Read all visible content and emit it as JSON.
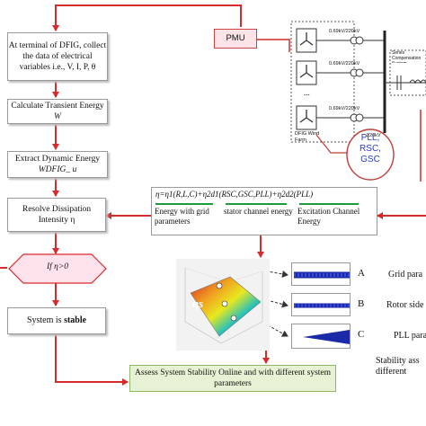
{
  "colors": {
    "flow_red": "#d62b2b",
    "box_border": "#9a9a9a",
    "green_box_fill": "#e6f2d3",
    "diamond_fill": "#ffe3ec",
    "cloud_stroke": "#c43a3a",
    "cloud_text": "#2a3cc8"
  },
  "pmu": {
    "label": "PMU"
  },
  "steps": {
    "collect": {
      "text": "At terminal of DFIG, collect the data of electrical variables i.e., V, I, P, θ"
    },
    "transient": {
      "title": "Calculate Transient Energy",
      "symbol": "W"
    },
    "dynamic": {
      "title": "Extract Dynamic Energy",
      "symbol": "WDFIG_ u"
    },
    "dissipation": {
      "title": "Resolve Dissipation",
      "subtitle": "Intensity η"
    },
    "decision": {
      "text": "If η>0"
    },
    "stable": {
      "prefix": "System is ",
      "bold": "stable"
    },
    "assess": {
      "text": "Assess System Stability Online and with different system parameters"
    }
  },
  "equation": {
    "formula": "η=η1(R,L,C)+η2d1(RSC,GSC,PLL)+η2d2(PLL)",
    "terms": [
      "Energy with grid parameters",
      "stator channel energy",
      "Excitation Channel Energy"
    ]
  },
  "system_diagram": {
    "transformer_labels": [
      "0.69kV/220kV",
      "0.69kV/220kV",
      "0.69kV/220kV"
    ],
    "ellipsis": "...",
    "bus_label": "220kV",
    "wind_farm_label": "DFIG Wind Farm",
    "series_comp_label": "Series Compensation System",
    "controllers": [
      "PLL,",
      "RSC,",
      "GSC"
    ]
  },
  "plot": {
    "eta_label": "ηs"
  },
  "cases": [
    "A",
    "B",
    "C"
  ],
  "right_labels": [
    "Grid para",
    "Rotor side",
    "PLL param",
    "Stability ass different"
  ]
}
